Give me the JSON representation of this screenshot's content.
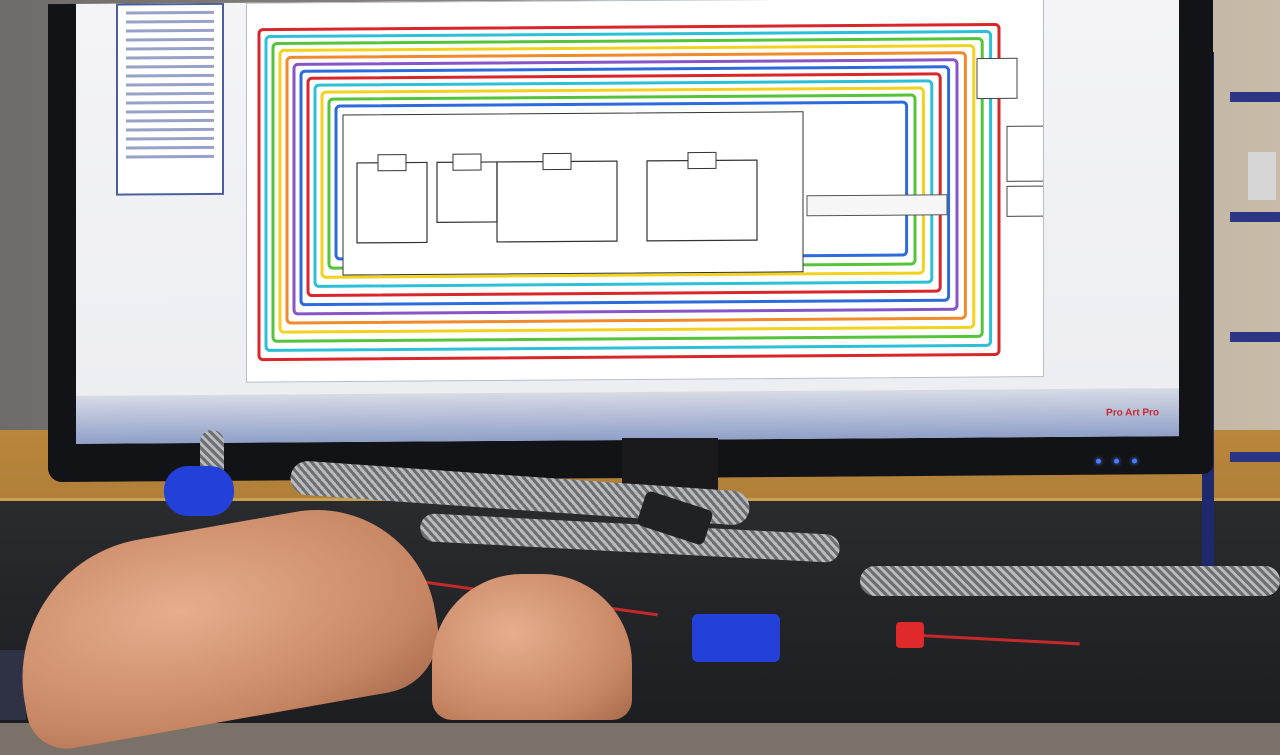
{
  "scene": {
    "description_items": [
      "monitor",
      "wiring-diagram",
      "cable-harness",
      "hands",
      "desk-mat",
      "equipment-rack"
    ]
  },
  "screen": {
    "brand_text": "Pro Art Pro"
  },
  "colors": {
    "wire_red": "#d8262b",
    "wire_blue": "#2d6bdc",
    "wire_cyan": "#2bc0d6",
    "wire_green": "#55c43b",
    "wire_yellow": "#f2d21f",
    "wire_orange": "#f08a2b",
    "wire_purple": "#8755c8",
    "harness_gray": "#9fa2a6",
    "connector_blue": "#2340d8"
  }
}
